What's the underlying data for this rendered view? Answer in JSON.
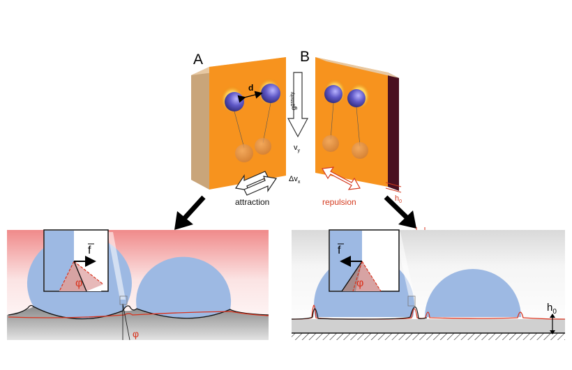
{
  "top_panel": {
    "label_a": "A",
    "label_b": "B",
    "distance_label": "d",
    "gravity_label": "gravity",
    "gravity_symbol": "g",
    "velocity_label": "v",
    "velocity_subscript": "y",
    "delta_velocity_label": "Δv",
    "delta_velocity_subscript": "x",
    "attraction_label": "attraction",
    "repulsion_label": "repulsion",
    "height_label": "h",
    "height_subscript": "0"
  },
  "bottom_left": {
    "force_label": "f",
    "angle_inset_label": "φ",
    "angle_contact_label": "φ"
  },
  "bottom_right": {
    "force_label": "f",
    "angle_inset_label": "φ",
    "height_label": "h",
    "height_subscript": "0"
  },
  "colors": {
    "plate_orange": "#f7931e",
    "droplet_blue": "#9db9e3",
    "particle_purple": "#5e5ac8",
    "attraction_color": "#111111",
    "repulsion_color": "#d43a1f",
    "curve_red": "#d9321c",
    "curve_black": "#111111"
  }
}
